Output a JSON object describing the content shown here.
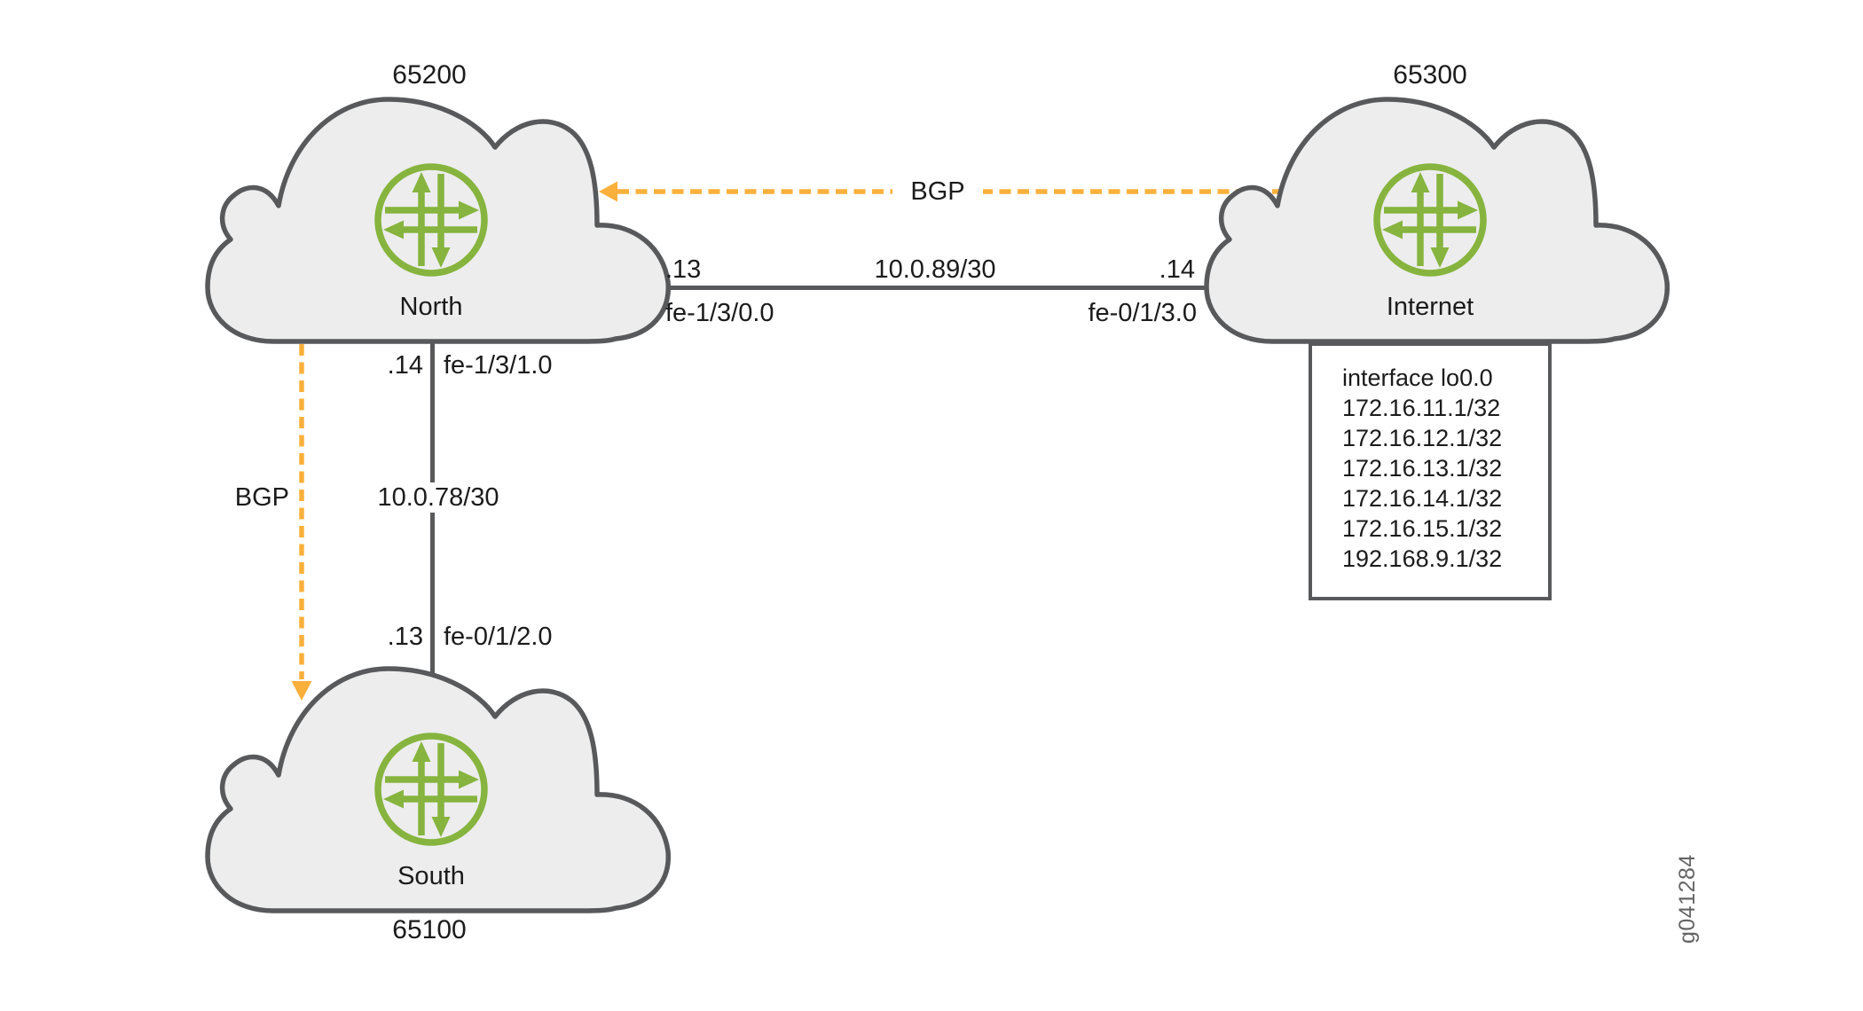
{
  "figure": {
    "id_label": "g041284",
    "colors": {
      "bgp_orange": "#FBB03B",
      "juniper_green": "#86B43E",
      "line_gray": "#58595B",
      "cloud_fill": "#EDEDED",
      "text": "#1B1B1B"
    },
    "clouds": [
      {
        "name": "North",
        "as_number": "65200"
      },
      {
        "name": "Internet",
        "as_number": "65300"
      },
      {
        "name": "South",
        "as_number": "65100"
      }
    ],
    "links": [
      {
        "subnet": "10.0.89/30",
        "a_ip": ".13",
        "a_interface": "fe-1/3/0.0",
        "b_ip": ".14",
        "b_interface": "fe-0/1/3.0"
      },
      {
        "subnet": "10.0.78/30",
        "a_ip": ".14",
        "a_interface": "fe-1/3/1.0",
        "b_ip": ".13",
        "b_interface": "fe-0/1/2.0"
      }
    ],
    "bgp": [
      {
        "label": "BGP"
      },
      {
        "label": "BGP"
      }
    ],
    "loopback_box": {
      "lines": [
        "interface lo0.0",
        "172.16.11.1/32",
        "172.16.12.1/32",
        "172.16.13.1/32",
        "172.16.14.1/32",
        "172.16.15.1/32",
        "192.168.9.1/32"
      ]
    }
  }
}
